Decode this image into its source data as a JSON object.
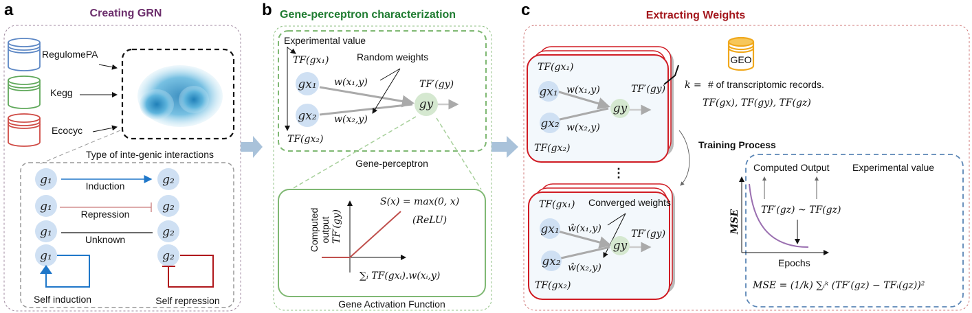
{
  "colors": {
    "panel_a_title": "#6b2d6b",
    "panel_b_title": "#1e7b30",
    "panel_c_title": "#a3161c",
    "flow_arrow": "#a9c2da",
    "gene_input": "#cfe0f3",
    "gene_output": "#d5e8d0",
    "induction": "#1f77c9",
    "repression": "#b0181c",
    "card_border": "#d01c24",
    "geo": "#f0a81c"
  },
  "panel_a": {
    "letter": "a",
    "title": "Creating GRN",
    "databases": [
      "RegulomePA",
      "Kegg",
      "Ecocyc"
    ],
    "network_icon": "network-graph-icon",
    "interactions_title": "Type of inte-genic interactions",
    "gene1": "g₁",
    "gene2": "g₂",
    "interactions": [
      "Induction",
      "Repression",
      "Unknown"
    ],
    "self_induction": "Self induction",
    "self_repression": "Self repression"
  },
  "panel_b": {
    "letter": "b",
    "title": "Gene-perceptron characterization",
    "experimental_value": "Experimental value",
    "tf_gx1": "TF(gx₁)",
    "tf_gx2": "TF(gx₂)",
    "random_weights": "Random weights",
    "gx1": "gx₁",
    "gx2": "gx₂",
    "gy": "gy",
    "w1": "w(x₁,y)",
    "w2": "w(x₂,y)",
    "tf_prime_gy": "TF′(gy)",
    "perceptron_label": "Gene-perceptron",
    "activation": {
      "ylabel_1": "Computed",
      "ylabel_2": "output",
      "ylabel_math": "TF′(gy)",
      "formula": "S(x) = max(0, x)",
      "relu": "(ReLU)",
      "xlabel": "∑ᵢ TF(gxᵢ).w(xᵢ,y)",
      "label": "Gene Activation Function"
    }
  },
  "panel_c": {
    "letter": "c",
    "title": "Extracting Weights",
    "top_card": {
      "tf_gx1": "TF(gx₁)",
      "gx1": "gx₁",
      "gx2": "gx₂",
      "w1": "w(x₁,y)",
      "w2": "w(x₂,y)",
      "gy": "gy",
      "tf_prime_gy": "TF′(gy)",
      "tf_gx2": "TF(gx₂)"
    },
    "bottom_card": {
      "tf_gx1": "TF(gx₁)",
      "converged": "Converged weights",
      "gx1": "gx₁",
      "gx2": "gx₂",
      "w1": "ŵ(x₁,y)",
      "w2": "ŵ(x₂,y)",
      "gy": "gy",
      "tf_prime_gy": "TF′(gy)",
      "tf_gx2": "TF(gx₂)"
    },
    "geo": "GEO",
    "k_label": "k =",
    "k_desc": "# of transcriptomic records.",
    "tf_list": "TF(gx), TF(gy), TF(gz)",
    "training": {
      "title": "Training Process",
      "computed": "Computed Output",
      "experimental": "Experimental value",
      "ylabel": "MSE",
      "approx": "TF′(gz) ~ TF(gz)",
      "xlabel": "Epochs",
      "mse_formula": "MSE = (1/k) ∑ᵢᵏ (TF′(gz) − TFᵢ(gz))²"
    }
  }
}
